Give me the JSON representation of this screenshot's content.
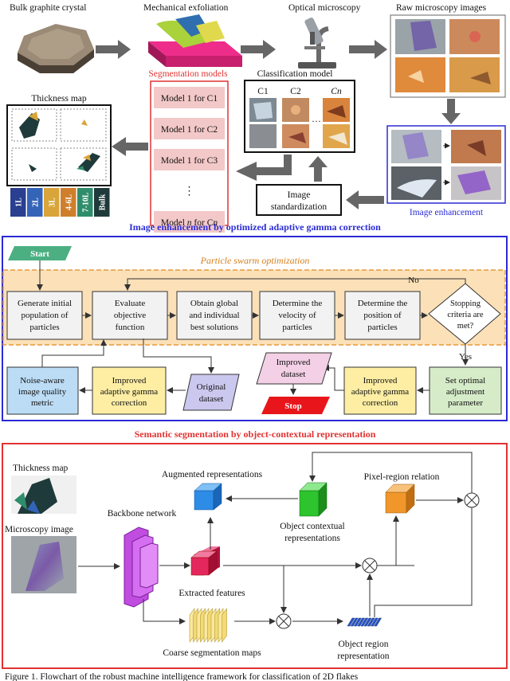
{
  "top": {
    "labels": {
      "bulk": "Bulk graphite crystal",
      "exfoliation": "Mechanical exfoliation",
      "microscopy": "Optical microscopy",
      "raw_images": "Raw microscopy images",
      "thickness_map": "Thickness map",
      "segmentation_models": "Segmentation models",
      "classification_model": "Classification model",
      "image_enhancement": "Image enhancement",
      "standardization_l1": "Image",
      "standardization_l2": "standardization"
    },
    "classes": [
      "C1",
      "C2",
      "Cn"
    ],
    "ellipsis": "···",
    "models": [
      {
        "pre": "Model 1 for ",
        "post": "C1"
      },
      {
        "pre": "Model 1 for ",
        "post": "C2"
      },
      {
        "pre": "Model 1 for ",
        "post": "C3"
      },
      {
        "pre": "",
        "post": "⋮"
      },
      {
        "pre": "Model ",
        "post": "n for Cn"
      }
    ],
    "legend": [
      "1L",
      "2L",
      "3L",
      "4-6L",
      "7-10L",
      "Bulk"
    ],
    "legend_colors": [
      "#2a3f8f",
      "#3464b8",
      "#d9a53a",
      "#cf7f2c",
      "#2f8d6b",
      "#1f3a3a"
    ]
  },
  "middle": {
    "title": "Image enhancement by optimized adaptive gamma correction",
    "pso_label": "Particle swarm optimization",
    "start": "Start",
    "steps": [
      [
        "Generate initial",
        "population of",
        "particles"
      ],
      [
        "Evaluate",
        "objective",
        "function"
      ],
      [
        "Obtain global",
        "and individual",
        "best solutions"
      ],
      [
        "Determine the",
        "velocity of",
        "particles"
      ],
      [
        "Determine the",
        "position of",
        "particles"
      ]
    ],
    "decision": [
      "Stopping",
      "criteria are",
      "met?"
    ],
    "no": "No",
    "yes": "Yes",
    "set_optimal": [
      "Set optimal",
      "adjustment",
      "parameter"
    ],
    "gamma_right": [
      "Improved",
      "adaptive gamma",
      "correction"
    ],
    "gamma_left": [
      "Improved",
      "adaptive gamma",
      "correction"
    ],
    "improved_dataset": [
      "Improved",
      "dataset"
    ],
    "stop": "Stop",
    "original_dataset": [
      "Original",
      "dataset"
    ],
    "noise_metric": [
      "Noise-aware",
      "image quality",
      "metric"
    ],
    "colors": {
      "blue_border": "#2b2bd6",
      "red_border": "#e23232",
      "pso_fill": "#fbe0b8",
      "pso_border": "#e79a3b",
      "stop": "#e8161b"
    }
  },
  "bottom": {
    "title": "Semantic segmentation by object-contextual representation",
    "thickness_map": "Thickness map",
    "microscopy_image": "Microscopy image",
    "backbone": "Backbone network",
    "augmented": "Augmented representations",
    "object_contextual": [
      "Object contextual",
      "representations"
    ],
    "pixel_region": "Pixel-region relation",
    "extracted": "Extracted features",
    "coarse": "Coarse segmentation maps",
    "object_region": [
      "Object region",
      "representation"
    ]
  },
  "caption": "Figure 1. Flowchart of the robust machine intelligence framework for classification of 2D flakes"
}
